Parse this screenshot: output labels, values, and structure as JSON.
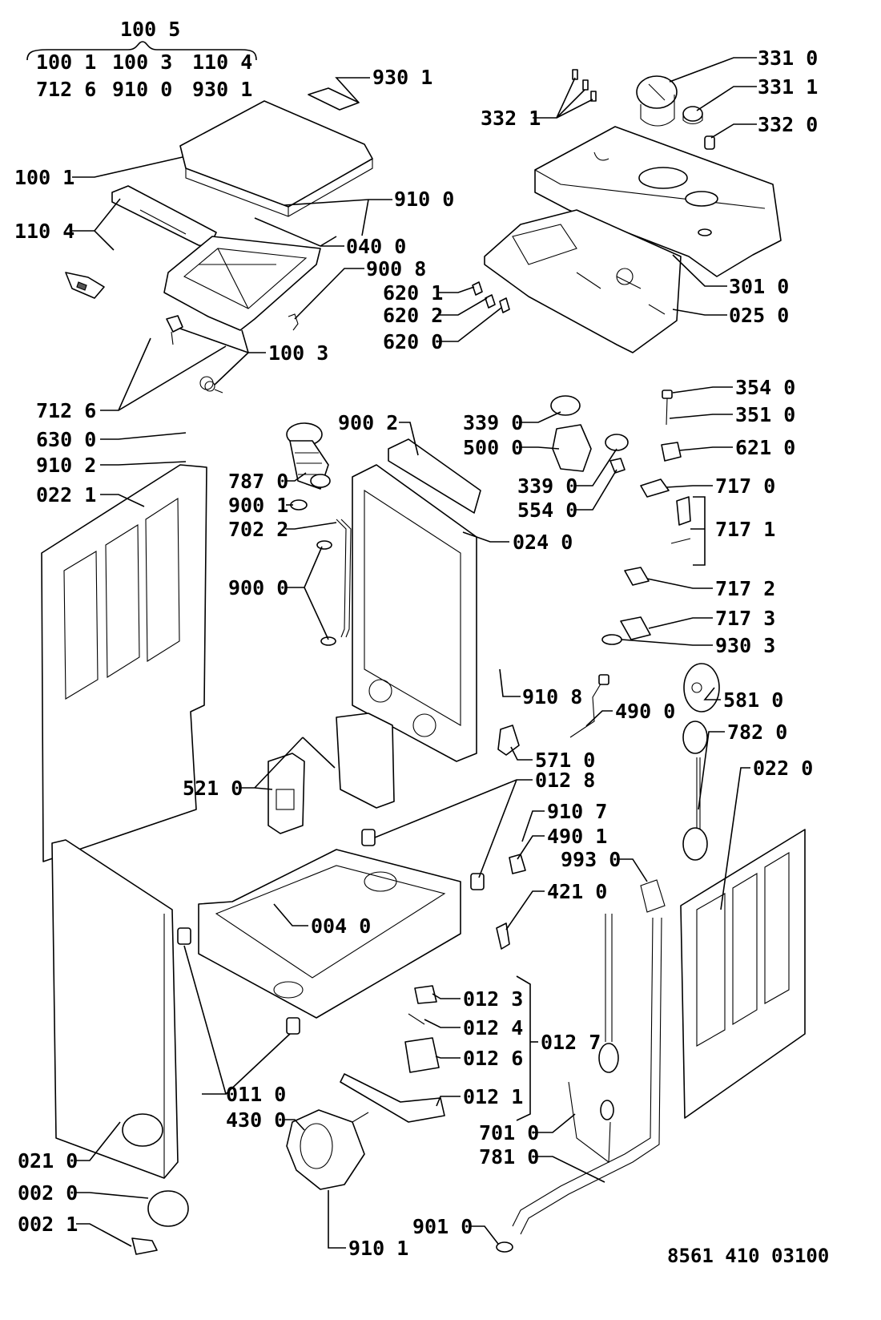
{
  "document_ref": "8561 410 03100",
  "kit_label": "100 5",
  "kit_members": [
    "100 1",
    "100 3",
    "110 4",
    "712 6",
    "910 0",
    "930 1"
  ],
  "labels": [
    "930 1",
    "100 1",
    "910 0",
    "110 4",
    "040 0",
    "900 8",
    "100 3",
    "712 6",
    "630 0",
    "910 2",
    "022 1",
    "331 0",
    "331 1",
    "332 1",
    "332 0",
    "620 1",
    "620 2",
    "620 0",
    "301 0",
    "025 0",
    "900 2",
    "339 0",
    "500 0",
    "339 0",
    "554 0",
    "787 0",
    "900 1",
    "702 2",
    "024 0",
    "900 0",
    "354 0",
    "351 0",
    "621 0",
    "717 0",
    "717 1",
    "717 2",
    "717 3",
    "930 3",
    "910 8",
    "490 0",
    "581 0",
    "782 0",
    "022 0",
    "571 0",
    "521 0",
    "012 8",
    "910 7",
    "490 1",
    "993 0",
    "421 0",
    "004 0",
    "012 3",
    "012 4",
    "012 6",
    "012 1",
    "012 7",
    "011 0",
    "430 0",
    "701 0",
    "781 0",
    "021 0",
    "002 0",
    "002 1",
    "901 0",
    "910 1"
  ]
}
